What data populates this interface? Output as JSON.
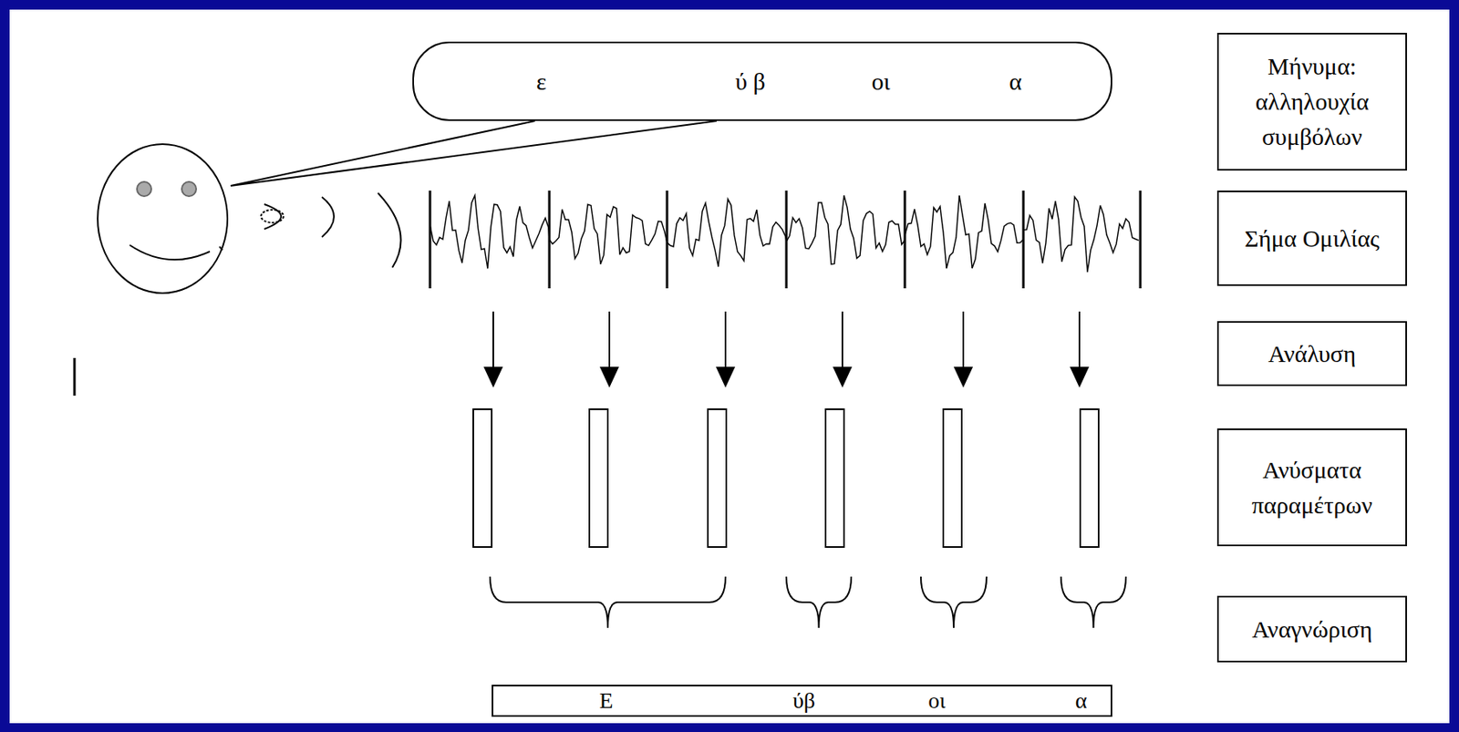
{
  "diagram": {
    "nodes": [
      {
        "text": [
          "ε",
          "ύ β",
          "οι",
          "α"
        ]
      },
      {
        "text": [
          "Μήνυμα: αλληλουχία συμβόλων"
        ]
      },
      {
        "text": [
          "Σήμα Ομιλίας"
        ]
      },
      {
        "text": [
          "Ανάλυση"
        ]
      },
      {
        "text": [
          "Ανύσματα παραμέτρων"
        ]
      },
      {
        "text": [
          "Αναγνώριση"
        ]
      },
      {
        "text": [
          "Ε",
          "ύβ",
          "οι",
          "α"
        ]
      }
    ]
  }
}
